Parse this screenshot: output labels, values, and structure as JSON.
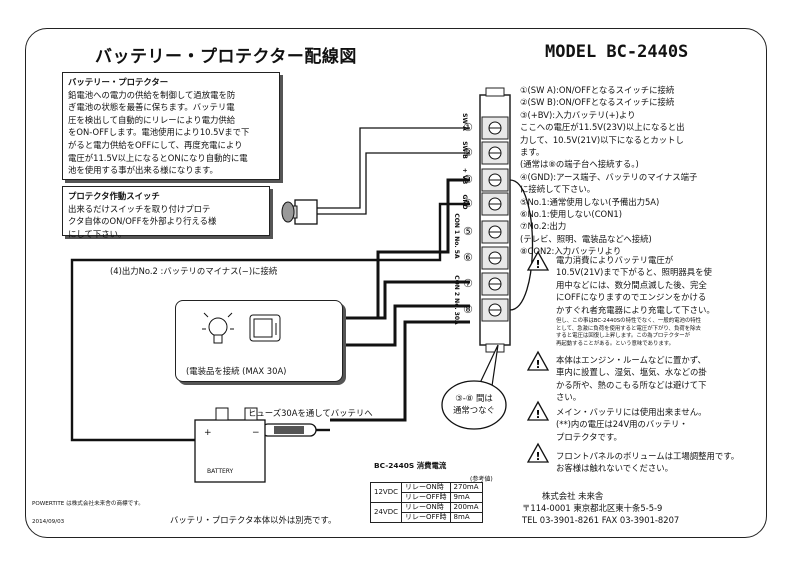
{
  "header": {
    "title": "バッテリー・プロテクター配線図",
    "model": "MODEL BC-2440S"
  },
  "description_box": {
    "heading": "バッテリー・プロテクター",
    "lines": [
      "鉛電池への電力の供給を制御して過放電を防",
      "ぎ電池の状態を最善に保ちます。バッテリ電",
      "圧を検出して自動的にリレーにより電力供給",
      "をON-OFFします。電池使用により10.5Vまで下",
      "がると電力供給をOFFにして、再度充電により",
      "電圧が11.5V以上になるとONになり自動的に電",
      "池を使用する事が出来る様になります。"
    ]
  },
  "switch_box": {
    "heading": "プロテクタ作動スイッチ",
    "lines": [
      "出来るだけスイッチを取り付けプロテ",
      "クタ自体のON/OFFを外部より行える様",
      "にして下さい。"
    ]
  },
  "terminal_labels": {
    "sw_a": "SW A",
    "sw_b": "SW B",
    "vb": "+ VB",
    "gnd": "GND",
    "con1": "CON 1 No. 5A",
    "con2": "CON 2 No. 30A",
    "numbers": [
      "①",
      "②",
      "③",
      "④",
      "⑤",
      "⑥",
      "⑦",
      "⑧"
    ]
  },
  "legend": [
    "①(SW  A):ON/OFFとなるスイッチに接続",
    "②(SW  B):ON/OFFとなるスイッチに接続",
    "③(+BV):入力バッテリ(+)より",
    "    ここへの電圧が11.5V(23V)以上になると出",
    "    力して、10.5V(21V)以下になるとカットし",
    "    ます。",
    "    (通常は⑧の端子台へ接続する。)",
    "④(GND):アース端子、バッテリのマイナス端子",
    "    に接続して下さい。",
    "⑤No.1:通常使用しない(予備出力5A)",
    "⑥No.1:使用しない(CON1)",
    "⑦No.2:出力",
    "    (テレビ、照明、電装品などへ接続)",
    "⑧CON2:入力バッテリより"
  ],
  "warning1": {
    "lines": [
      "電力消費によりバッテリ電圧が",
      "10.5V(21V)まで下がると、照明器具を使",
      "用中などには、数分間点滅した後、完全",
      "にOFFになりますのでエンジンをかける",
      "かすぐれ者充電器により充電して下さい。"
    ],
    "note": [
      "但し、この事はBC-2440Sの特性でなく、一般的電池の特性",
      "として、急激に負荷を使用すると電圧が下がり、負荷を除去",
      "すると電圧は回復し上昇します。この為プロテクターが",
      "再起動することがある。という意味であります。"
    ]
  },
  "warning2": {
    "lines": [
      "本体はエンジン・ルームなどに置かず、",
      "車内に設置し、湿気、塩気、水などの掛",
      "かる所や、熱のこもる所などは避けて下",
      "さい。"
    ]
  },
  "warning3": {
    "lines": [
      "メイン・バッテリには使用出来ません。",
      "(**)内の電圧は24V用のバッテリ・",
      "プロテクタです。"
    ]
  },
  "warning4": {
    "lines": [
      "フロントパネルのボリュームは工場調整用です。",
      "お客様は触れないでください。"
    ]
  },
  "wire_label_output": "(4)出力No.2 :バッテリのマイナス(−)に接続",
  "appliance_box": {
    "label": "(電装品を接続 (MAX  30A)"
  },
  "fuse_label": "ヒューズ30Aを通してバッテリへ",
  "battery": {
    "label": "BATTERY",
    "plus": "+",
    "minus": "−"
  },
  "bubble": {
    "lines": [
      "③-⑧ 間は",
      "通常つなぐ"
    ]
  },
  "current_table": {
    "title": "BC-2440S 消費電流",
    "ref": "(参考値)",
    "rows": [
      {
        "voltage": "12VDC",
        "state": "リレーON時",
        "value": "270mA"
      },
      {
        "voltage": "",
        "state": "リレーOFF時",
        "value": "9mA"
      },
      {
        "voltage": "24VDC",
        "state": "リレーON時",
        "value": "200mA"
      },
      {
        "voltage": "",
        "state": "リレーOFF時",
        "value": "8mA"
      }
    ]
  },
  "footer": {
    "brand": "POWERTITE は株式会社未来舎の商標です。",
    "date": "2014/09/03",
    "note": "バッテリ・プロテクタ本体以外は別売です。",
    "company": "株式会社  未来舎",
    "address": "〒114-0001 東京都北区東十条5-5-9",
    "tel": "TEL 03-3901-8261 FAX 03-3901-8207"
  },
  "colors": {
    "ink": "#111111",
    "panel": "#ffffff",
    "terminal": "#e8e8e8"
  }
}
